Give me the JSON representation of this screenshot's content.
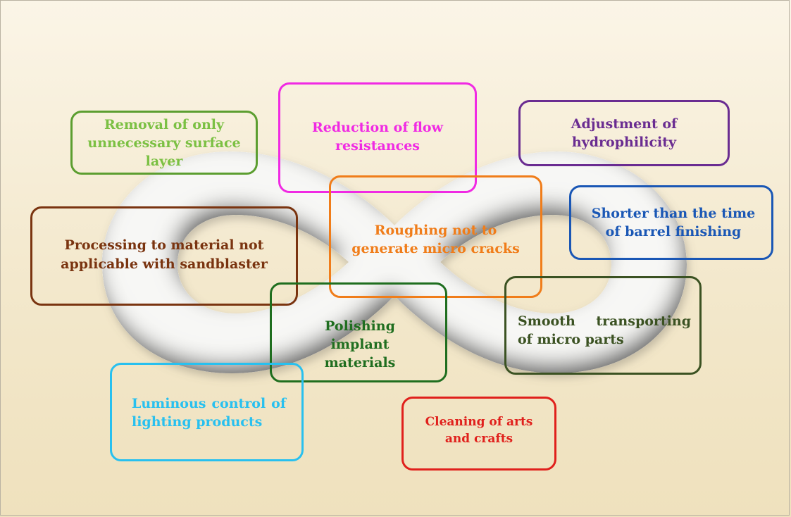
{
  "diagram": {
    "colors": {
      "removal": "#7bc043",
      "removal_border": "#5c9e30",
      "flow": "#f02ae3",
      "hydro": "#6a2c91",
      "barrel": "#1a57b5",
      "sandblaster": "#7a3410",
      "roughing": "#f07d1a",
      "implant": "#1f6e1f",
      "micro_parts": "#3b5222",
      "lighting": "#28c0ef",
      "arts": "#e0201c"
    },
    "boxes": {
      "removal_surface_layer": "Removal of only unnecessary surface layer",
      "flow_resistance": "Reduction of flow resistances",
      "hydrophilicity": "Adjustment of hydrophilicity",
      "barrel_finishing": "Shorter than the time of barrel finishing",
      "sandblaster": "Processing to material not applicable with sandblaster",
      "roughing": "Roughing not to generate micro cracks",
      "implant": "Polishing implant materials",
      "micro_parts": "Smooth transporting of micro parts",
      "lighting": "Luminous control of lighting products",
      "arts_crafts": "Cleaning of arts and crafts"
    }
  }
}
